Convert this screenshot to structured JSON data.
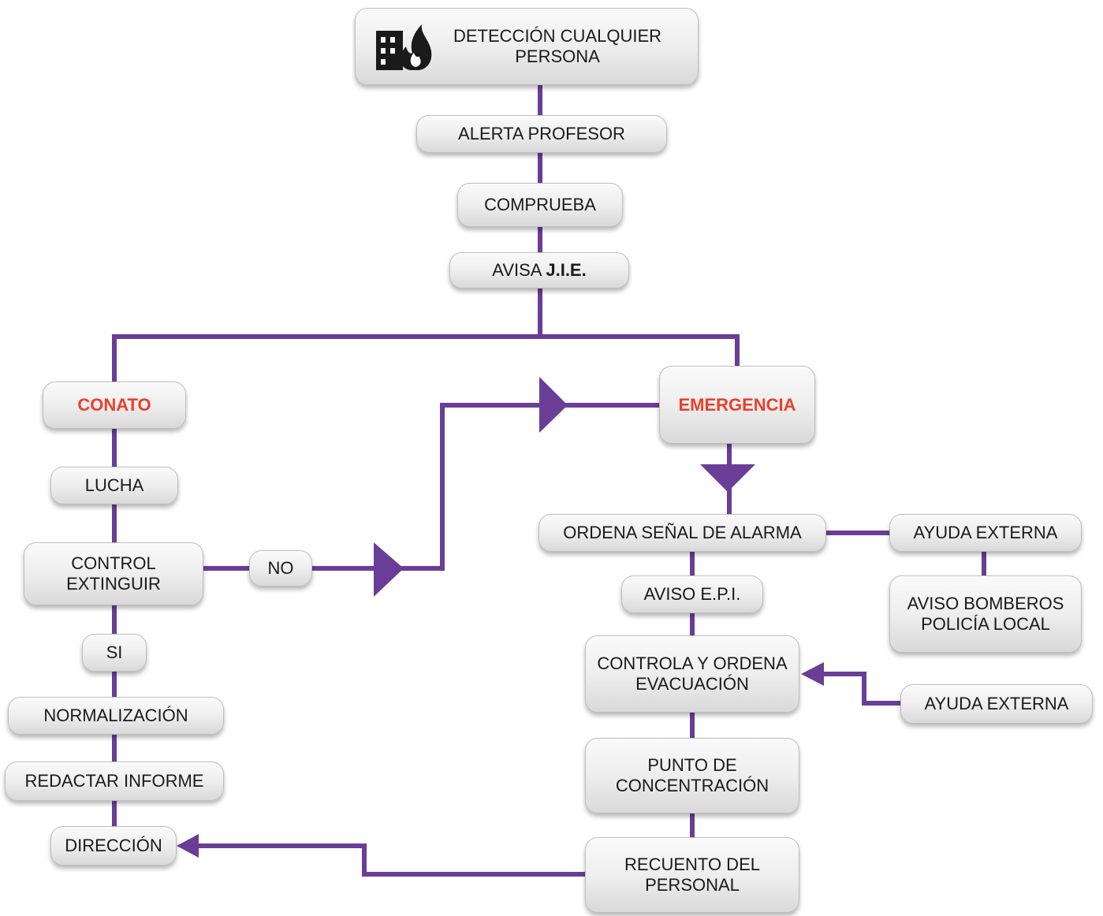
{
  "nodes": {
    "deteccion": {
      "line1": "DETECCIÓN CUALQUIER",
      "line2": "PERSONA"
    },
    "alerta_profesor": {
      "label": "ALERTA PROFESOR"
    },
    "comprueba": {
      "label": "COMPRUEBA"
    },
    "avisa_jie": {
      "prefix": "AVISA ",
      "bold": "J.I.E."
    },
    "conato": {
      "label": "CONATO"
    },
    "lucha": {
      "label": "LUCHA"
    },
    "control_extinguir": {
      "line1": "CONTROL",
      "line2": "EXTINGUIR"
    },
    "no": {
      "label": "NO"
    },
    "si": {
      "label": "SI"
    },
    "normalizacion": {
      "label": "NORMALIZACIÓN"
    },
    "redactar_informe": {
      "label": "REDACTAR INFORME"
    },
    "direccion": {
      "label": "DIRECCIÓN"
    },
    "emergencia": {
      "label": "EMERGENCIA"
    },
    "ordena_senal": {
      "label": "ORDENA SEÑAL DE ALARMA"
    },
    "ayuda_externa_1": {
      "label": "AYUDA EXTERNA"
    },
    "aviso_bomberos": {
      "line1": "AVISO BOMBEROS",
      "line2": "POLICÍA LOCAL"
    },
    "aviso_epi": {
      "label": "AVISO E.P.I."
    },
    "controla_ordena": {
      "line1": "CONTROLA Y ORDENA",
      "line2": "EVACUACIÓN"
    },
    "ayuda_externa_2": {
      "label": "AYUDA EXTERNA"
    },
    "punto_concentracion": {
      "line1": "PUNTO DE",
      "line2": "CONCENTRACIÓN"
    },
    "recuento_personal": {
      "line1": "RECUENTO DEL",
      "line2": "PERSONAL"
    }
  },
  "icon": "building-fire-icon",
  "colors": {
    "connector": "#6a3d96",
    "alert_text": "#e8412a",
    "icon": "#1a1a1a"
  }
}
